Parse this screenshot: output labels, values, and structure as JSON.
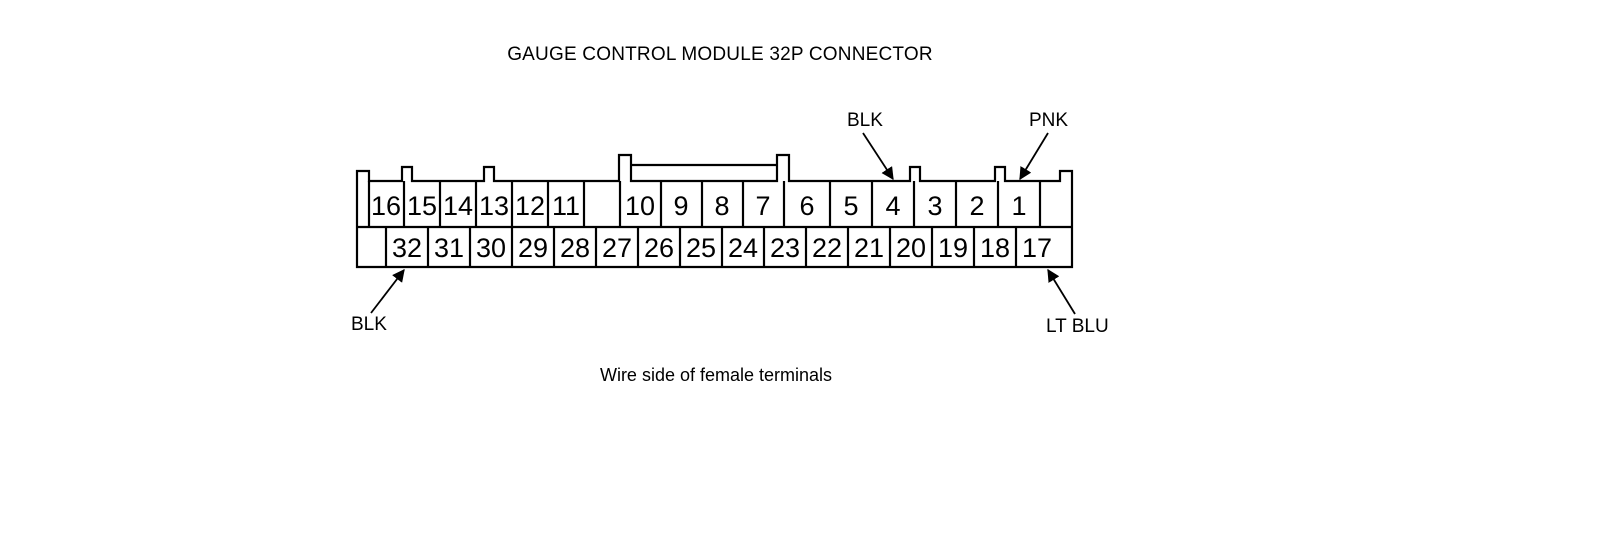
{
  "title": "GAUGE CONTROL MODULE 32P CONNECTOR",
  "caption": "Wire side of female terminals",
  "connector": {
    "pin_count": 32,
    "top_row_pins": [
      16,
      15,
      14,
      13,
      12,
      11,
      10,
      9,
      8,
      7,
      6,
      5,
      4,
      3,
      2,
      1
    ],
    "bottom_row_pins": [
      32,
      31,
      30,
      29,
      28,
      27,
      26,
      25,
      24,
      23,
      22,
      21,
      20,
      19,
      18,
      17
    ],
    "top_row_trailing_blank": true,
    "bottom_row_leading_blank": true,
    "line_color": "#000000",
    "fill_color": "#ffffff"
  },
  "callouts": [
    {
      "id": "blk-top",
      "label": "BLK",
      "pin": 4,
      "side": "top"
    },
    {
      "id": "pnk-top",
      "label": "PNK",
      "pin": 1,
      "side": "top"
    },
    {
      "id": "blk-bot",
      "label": "BLK",
      "pin": 32,
      "side": "bottom"
    },
    {
      "id": "ltblu-bot",
      "label": "LT BLU",
      "pin": 17,
      "side": "bottom"
    }
  ]
}
